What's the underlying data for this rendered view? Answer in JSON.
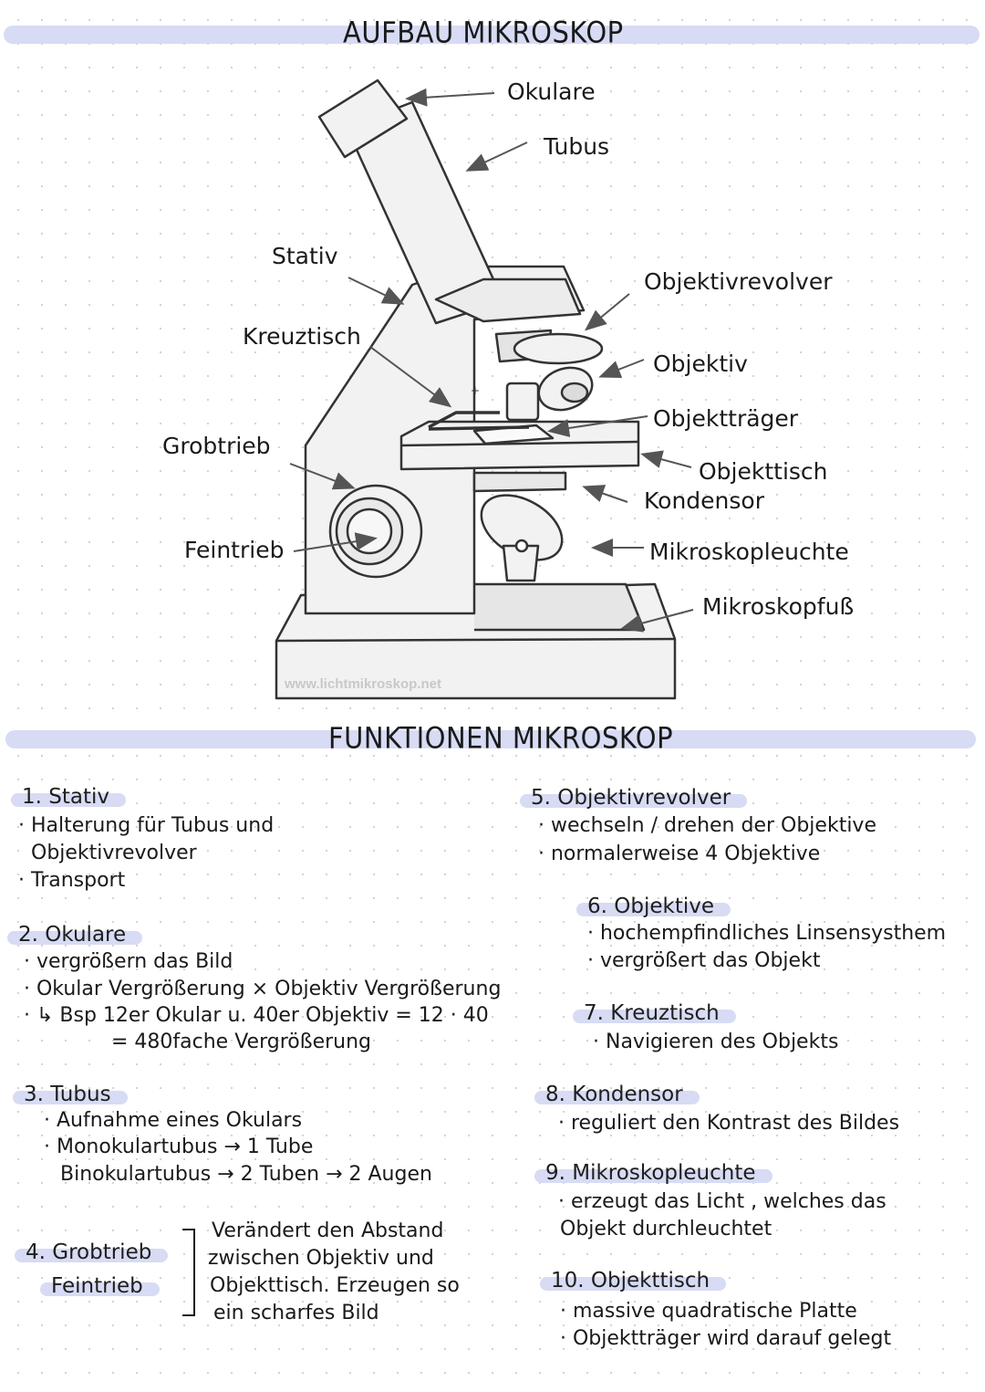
{
  "title_top": "AUFBAU MIKROSKOP",
  "title_bottom": "FUNKTIONEN MIKROSKOP",
  "watermark": "www.lichtmikroskop.net",
  "labels": {
    "okulare": "Okulare",
    "tubus": "Tubus",
    "stativ": "Stativ",
    "objektivrevolver": "Objektivrevolver",
    "kreuztisch": "Kreuztisch",
    "objektiv": "Objektiv",
    "objekttraeger": "Objektträger",
    "grobtrieb": "Grobtrieb",
    "objekttisch": "Objekttisch",
    "kondensor": "Kondensor",
    "feintrieb": "Feintrieb",
    "mikroskopleuchte": "Mikroskopleuchte",
    "mikroskopfuss": "Mikroskopfuß"
  },
  "functions": {
    "s1": {
      "title": "1. Stativ",
      "lines": [
        "· Halterung für Tubus und",
        "Objektivrevolver",
        "· Transport"
      ]
    },
    "s2": {
      "title": "2. Okulare",
      "lines": [
        "· vergrößern  das  Bild",
        "· Okular Vergrößerung  ×  Objektiv Vergrößerung",
        "· ↳ Bsp   12er Okular  u.  40er Objektiv  =  12 · 40",
        "= 480fache Vergrößerung"
      ]
    },
    "s3": {
      "title": "3. Tubus",
      "lines": [
        "· Aufnahme  eines  Okulars",
        "· Monokulartubus  → 1 Tube",
        "Binokulartubus   → 2 Tuben  → 2 Augen"
      ]
    },
    "s4": {
      "title_a": "4. Grobtrieb",
      "title_b": "Feintrieb",
      "lines": [
        "Verändert den Abstand",
        "zwischen Objektiv   und",
        "Objekttisch. Erzeugen so",
        "ein  scharfes  Bild"
      ]
    },
    "s5": {
      "title": "5. Objektivrevolver",
      "lines": [
        "· wechseln / drehen  der  Objektive",
        "· normalerweise  4  Objektive"
      ]
    },
    "s6": {
      "title": "6. Objektive",
      "lines": [
        "· hochempfindliches  Linsensysthem",
        "· vergrößert  das  Objekt"
      ]
    },
    "s7": {
      "title": "7. Kreuztisch",
      "lines": [
        "· Navigieren  des  Objekts"
      ]
    },
    "s8": {
      "title": "8. Kondensor",
      "lines": [
        "· reguliert den Kontrast des Bildes"
      ]
    },
    "s9": {
      "title": "9. Mikroskopleuchte",
      "lines": [
        "· erzeugt  das  Licht , welches  das",
        "Objekt  durchleuchtet"
      ]
    },
    "s10": {
      "title": "10. Objekttisch",
      "lines": [
        "· massive  quadratische  Platte",
        "· Objektträger  wird  darauf  gelegt"
      ]
    }
  }
}
